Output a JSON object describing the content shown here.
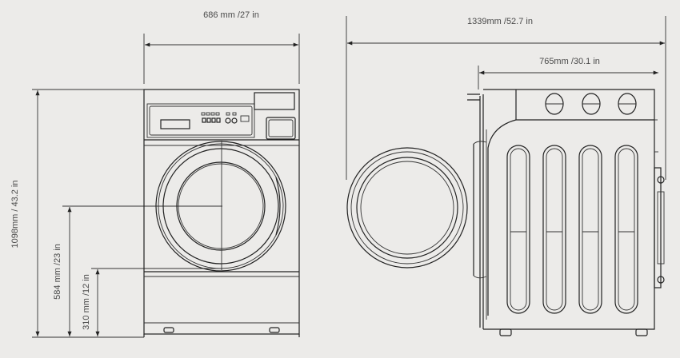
{
  "dimensions": {
    "front_width": "686 mm /27 in",
    "overall_depth": "1339mm /52.7 in",
    "cabinet_depth": "765mm /30.1 in",
    "total_height": "1098mm / 43.2 in",
    "door_center_height": "584 mm /23 in",
    "door_bottom_height": "310 mm /12 in"
  },
  "colors": {
    "background": "#ecebe9",
    "line": "#222222",
    "text": "#4a4a4a"
  }
}
